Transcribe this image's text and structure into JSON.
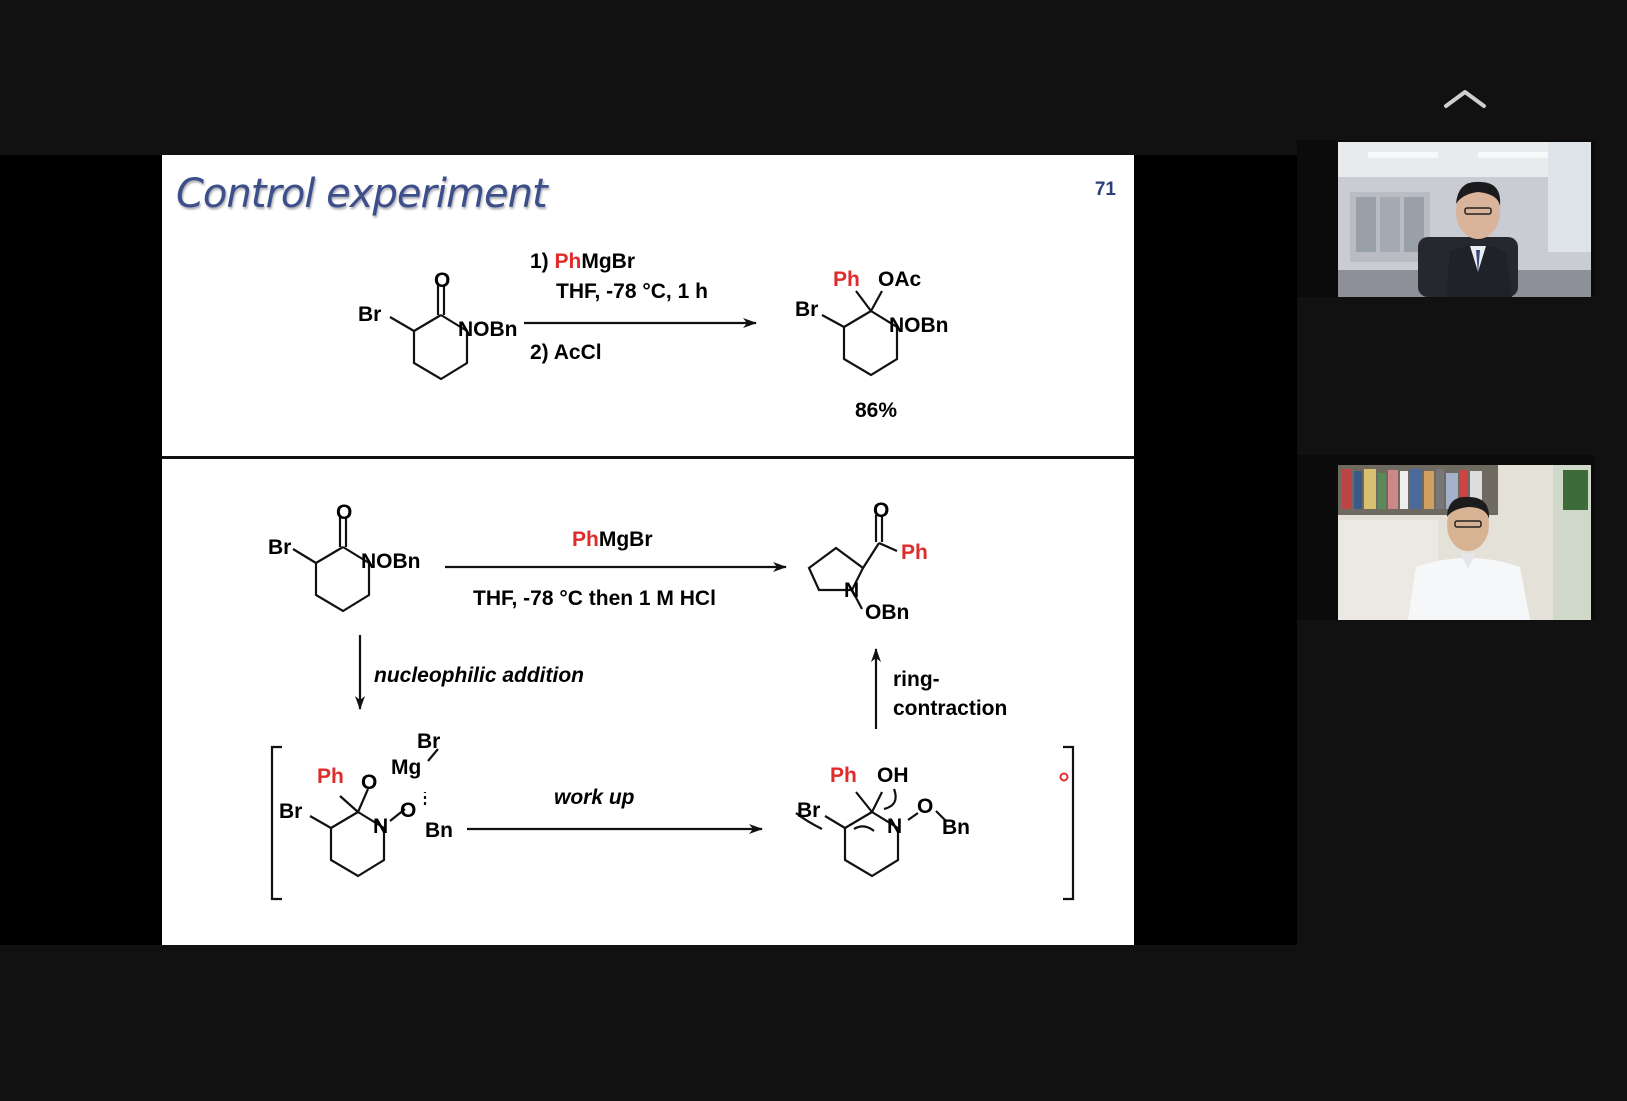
{
  "meeting": {
    "collapse_icon": "chevron-up-icon",
    "participants": [
      {
        "name": "",
        "video": "on"
      },
      {
        "name": "",
        "video": "on"
      }
    ]
  },
  "slide": {
    "title": "Control experiment",
    "number": "71",
    "top_scheme": {
      "reactant": {
        "substituent": "Br",
        "carbonyl": "O",
        "n_group": "NOBn"
      },
      "step1_prefix": "1) ",
      "step1_red": "Ph",
      "step1_rest": "MgBr",
      "conditions": "THF, -78 °C, 1 h",
      "step2": "2) AcCl",
      "product": {
        "ph": "Ph",
        "oac": "OAc",
        "br": "Br",
        "n_group": "NOBn"
      },
      "yield": "86%"
    },
    "bottom_scheme": {
      "reactant": {
        "substituent": "Br",
        "carbonyl": "O",
        "n_group": "NOBn"
      },
      "reagent_red": "Ph",
      "reagent_rest": "MgBr",
      "conditions": "THF, -78 °C then 1 M HCl",
      "product": {
        "carbonyl": "O",
        "ph": "Ph",
        "n": "N",
        "n_sub": "OBn"
      },
      "step_nucleophilic": "nucleophilic addition",
      "step_ring_line1": "ring-",
      "step_ring_line2": "contraction",
      "step_workup": "work up",
      "intermediate1": {
        "ph": "Ph",
        "o": "O",
        "mg": "Mg",
        "mg_br": "Br",
        "br": "Br",
        "n": "N",
        "o2": "O",
        "bn": "Bn"
      },
      "intermediate2": {
        "ph": "Ph",
        "oh": "OH",
        "br": "Br",
        "n": "N",
        "o": "O",
        "bn": "Bn"
      }
    }
  }
}
